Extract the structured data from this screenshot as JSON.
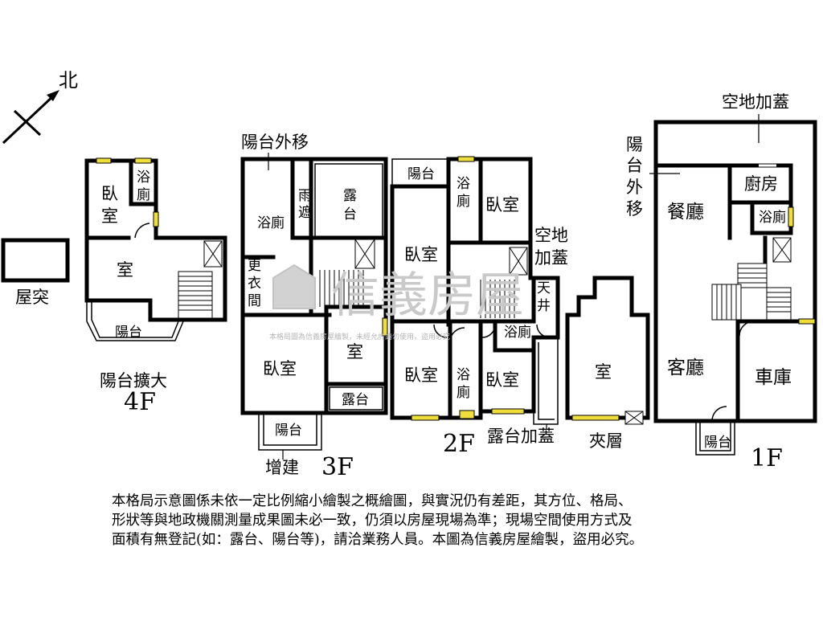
{
  "compass": {
    "north": "北"
  },
  "floors": {
    "f4": {
      "label": "4F",
      "rooms": {
        "bedroom": "臥",
        "bedroom2": "室",
        "bath1": "浴",
        "bath2": "廁",
        "room": "室",
        "balcony": "陽台",
        "balcony_ext": "陽台擴大"
      }
    },
    "roof": {
      "label": "屋突"
    },
    "f3": {
      "label": "3F",
      "rooms": {
        "balcony_moved": "陽台外移",
        "bath": "浴廁",
        "rain1": "雨",
        "rain2": "遮",
        "terrace1": "露",
        "terrace2": "台",
        "closet1": "更",
        "closet2": "衣",
        "closet3": "間",
        "bedroom": "臥室",
        "room": "室",
        "terrace_small": "露台",
        "balcony": "陽台",
        "addition": "增建"
      }
    },
    "f2": {
      "label": "2F",
      "rooms": {
        "balcony": "陽台",
        "bath_top1": "浴",
        "bath_top2": "廁",
        "bedroom_tr": "臥室",
        "bedroom_ml": "臥室",
        "land_add1": "空地",
        "land_add2": "加蓋",
        "skylight1": "天",
        "skylight2": "井",
        "bath_mid": "浴廁",
        "bedroom_bl": "臥室",
        "bath_bot1": "浴",
        "bath_bot2": "廁",
        "bedroom_br": "臥室",
        "terrace_add": "露台加蓋"
      }
    },
    "mezz": {
      "label": "夾層",
      "rooms": {
        "room": "室"
      }
    },
    "f1": {
      "label": "1F",
      "rooms": {
        "land_add": "空地加蓋",
        "bm1": "陽",
        "bm2": "台",
        "bm3": "外",
        "bm4": "移",
        "dining": "餐廳",
        "kitchen": "廚房",
        "bath": "浴廁",
        "living": "客廳",
        "garage": "車庫",
        "balcony": "陽台"
      }
    }
  },
  "watermark": {
    "brand": "信義房屋",
    "sub": "本格局圖為信義房屋繪製，未經允許請勿使用，盜用必究"
  },
  "note": {
    "line1": "本格局示意圖係未依一定比例縮小繪製之概繪圖，與實況仍有差距，其方位、格局、",
    "line2": "形狀等與地政機關測量成果圖未必一致，仍須以房屋現場為準；現場空間使用方式及",
    "line3": "面積有無登記(如：露台、陽台等)，請洽業務人員。本圖為信義房屋繪製，盜用必究。"
  }
}
